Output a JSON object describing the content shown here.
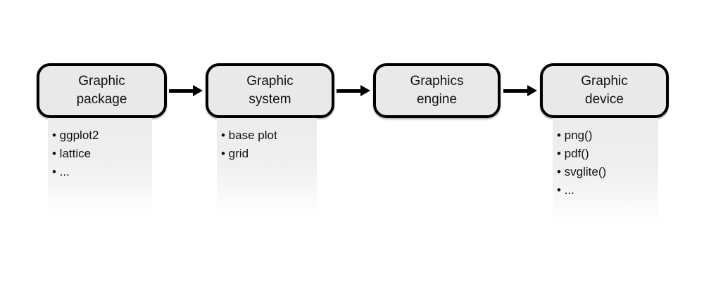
{
  "diagram": {
    "stages": [
      {
        "label_lines": [
          "Graphic",
          "package"
        ],
        "items": [
          "• ggplot2",
          "• lattice",
          "• ..."
        ]
      },
      {
        "label_lines": [
          "Graphic",
          "system"
        ],
        "items": [
          "• base plot",
          "• grid"
        ]
      },
      {
        "label_lines": [
          "Graphics",
          "engine"
        ],
        "items": []
      },
      {
        "label_lines": [
          "Graphic",
          "device"
        ],
        "items": [
          "• png()",
          "• pdf()",
          "• svglite()",
          "• ..."
        ]
      }
    ],
    "colors": {
      "background": "#ffffff",
      "box_fill": "#e9e9e9",
      "box_border": "#000000",
      "panel_top": "#ececec",
      "text": "#111111"
    }
  }
}
